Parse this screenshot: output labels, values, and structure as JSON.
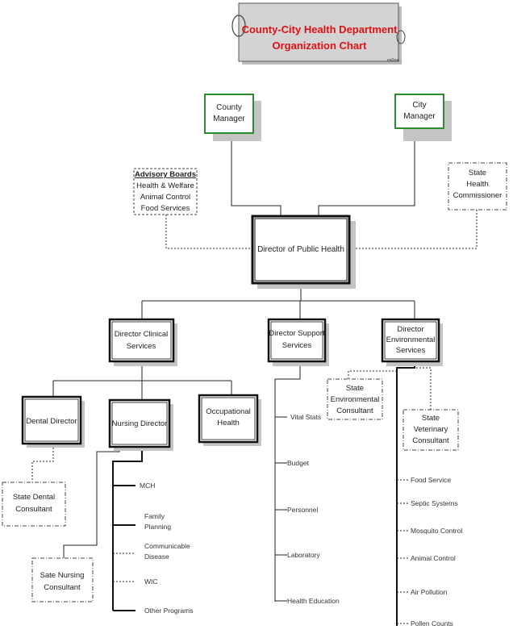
{
  "title": {
    "line1": "County-City Health Department",
    "line2": "Organization Chart",
    "tag": "ea0ea..."
  },
  "nodes": {
    "county_manager": [
      "County",
      "Manager"
    ],
    "city_manager": [
      "City",
      "Manager"
    ],
    "advisory_boards": {
      "heading": "Advisory Boards",
      "items": [
        "Health & Welfare",
        "Animal Control",
        "Food Services"
      ]
    },
    "state_health_commissioner": [
      "State",
      "Health",
      "Commissioner"
    ],
    "director_public_health": [
      "Director of Public Health"
    ],
    "director_clinical": [
      "Director Clinical",
      "Services"
    ],
    "director_support": [
      "Director Support",
      "Services"
    ],
    "director_environmental": [
      "Director",
      "Environmental",
      "Services"
    ],
    "dental_director": [
      "Dental Director"
    ],
    "nursing_director": [
      "Nursing Director"
    ],
    "occupational_health": [
      "Occupational",
      "Health"
    ],
    "state_environmental_consultant": [
      "State",
      "Environmental",
      "Consultant"
    ],
    "state_veterinary_consultant": [
      "State",
      "Veterinary",
      "Consultant"
    ],
    "state_dental_consultant": [
      "State Dental",
      "Consultant"
    ],
    "sate_nursing_consultant": [
      "Sate Nursing",
      "Consultant"
    ]
  },
  "nursing_programs": [
    [
      "MCH"
    ],
    [
      "Family",
      "Planning"
    ],
    [
      "Communicable",
      "Disease"
    ],
    [
      "WIC"
    ],
    [
      "Other Programs"
    ]
  ],
  "support_programs": [
    "Vital Stats",
    "Budget",
    "Personnel",
    "Laboratory",
    "Health Education"
  ],
  "environmental_programs": [
    "Food Service",
    "Septic Systems",
    "Mosquito Control",
    "Animal Control",
    "Air Pollution",
    "Pollen Counts"
  ]
}
